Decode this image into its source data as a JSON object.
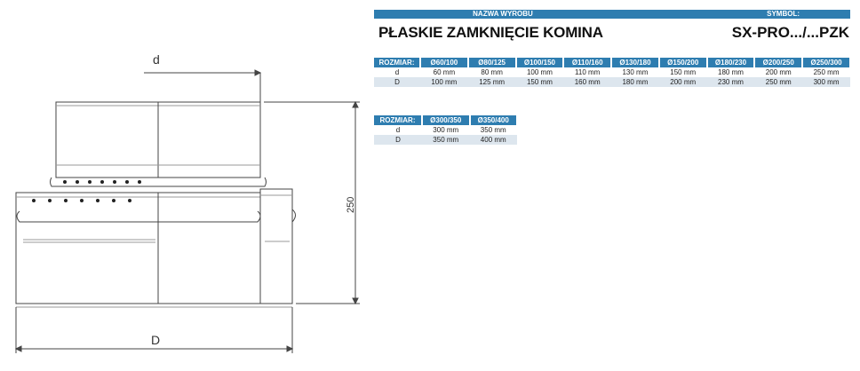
{
  "drawing": {
    "label_d": "d",
    "label_D": "D",
    "label_height": "250"
  },
  "header": {
    "name_label": "NAZWA WYROBU",
    "symbol_label": "SYMBOL:"
  },
  "product": {
    "name": "PŁASKIE ZAMKNIĘCIE KOMINA",
    "symbol": "SX-PRO.../...PZK"
  },
  "table1": {
    "header": [
      "ROZMIAR:",
      "Ø60/100",
      "Ø80/125",
      "Ø100/150",
      "Ø110/160",
      "Ø130/180",
      "Ø150/200",
      "Ø180/230",
      "Ø200/250",
      "Ø250/300"
    ],
    "rows": [
      [
        "d",
        "60 mm",
        "80 mm",
        "100 mm",
        "110 mm",
        "130 mm",
        "150 mm",
        "180 mm",
        "200 mm",
        "250 mm"
      ],
      [
        "D",
        "100 mm",
        "125 mm",
        "150 mm",
        "160 mm",
        "180 mm",
        "200 mm",
        "230 mm",
        "250 mm",
        "300 mm"
      ]
    ]
  },
  "table2": {
    "header": [
      "ROZMIAR:",
      "Ø300/350",
      "Ø350/400"
    ],
    "rows": [
      [
        "d",
        "300 mm",
        "350 mm"
      ],
      [
        "D",
        "350 mm",
        "400 mm"
      ]
    ]
  }
}
